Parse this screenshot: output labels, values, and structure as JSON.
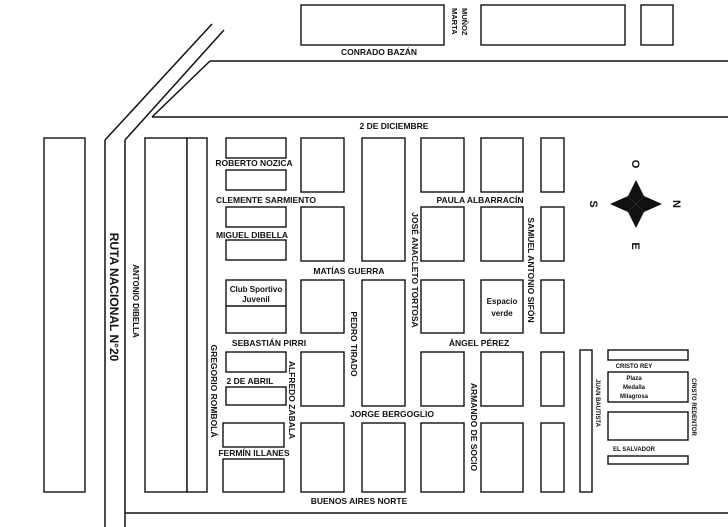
{
  "streets": {
    "conrado_bazan": "CONRADO BAZÁN",
    "marta_munoz_line1": "MARTA",
    "marta_munoz_line2": "MUÑOZ",
    "dos_de_diciembre": "2 DE DICIEMBRE",
    "roberto_nozica": "ROBERTO NOZICA",
    "clemente_sarmiento": "CLEMENTE SARMIENTO",
    "paula_albarracin": "PAULA ALBARRACÍN",
    "miguel_dibella": "MIGUEL DIBELLA",
    "matias_guerra": "MATÍAS GUERRA",
    "jose_anacleto_tortosa": "JOSÉ ANACLETO TORTOSA",
    "samuel_antonio_sifon": "SAMUEL ANTONIO SIFÓN",
    "pedro_tirado": "PEDRO TIRADO",
    "sebastian_pirri": "SEBASTIÁN PIRRI",
    "angel_perez": "ÁNGEL PÉREZ",
    "gregorio_rombola": "GREGORIO ROMBOLÁ",
    "dos_de_abril": "2 DE ABRIL",
    "alfredo_zabala": "ALFREDO ZABALA",
    "jorge_bergoglio": "JORGE BERGOGLIO",
    "armando_de_socio": "ARMANDO DE SOCIO",
    "fermin_illanes": "FERMÍN ILLANES",
    "buenos_aires_norte": "BUENOS AIRES NORTE",
    "antonio_dibella": "ANTONIO DIBELLA",
    "ruta_nacional": "RUTA NACIONAL N°20",
    "juan_bautista": "JUAN BAUTISTA",
    "cristo_rey": "CRISTO REY",
    "cristo_redentor": "CRISTO REDENTOR",
    "el_salvador": "EL SALVADOR"
  },
  "places": {
    "club_line1": "Club Sportivo",
    "club_line2": "Juvenil",
    "espacio_line1": "Espacio",
    "espacio_line2": "verde",
    "plaza_line1": "Plaza",
    "plaza_line2": "Medalla",
    "plaza_line3": "Milagrosa"
  },
  "compass": {
    "north": "N",
    "south": "S",
    "east": "E",
    "west": "O"
  },
  "colors": {
    "ink": "#111111",
    "paper": "#ffffff"
  }
}
